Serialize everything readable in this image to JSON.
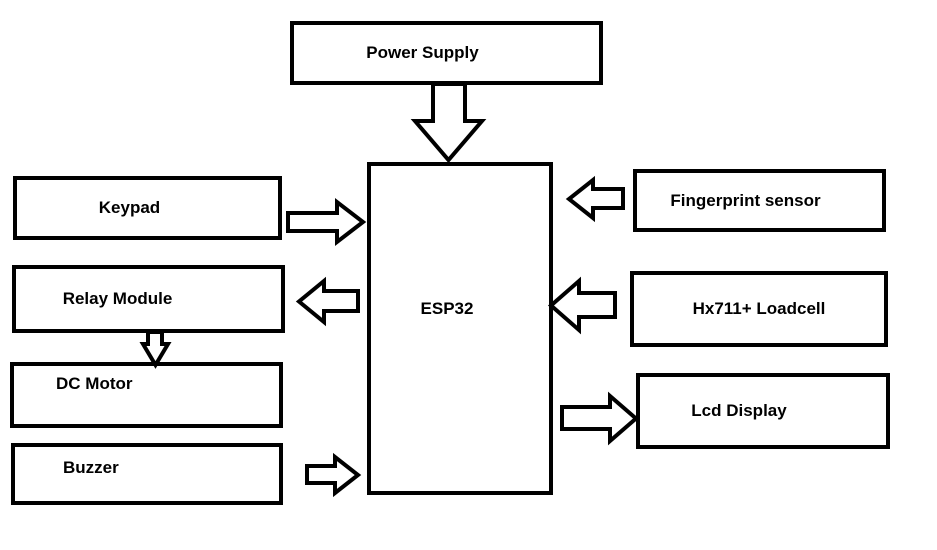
{
  "diagram_type": "block-diagram",
  "nodes": {
    "power_supply": {
      "label": "Power Supply"
    },
    "keypad": {
      "label": "Keypad"
    },
    "relay_module": {
      "label": "Relay Module"
    },
    "dc_motor": {
      "label": "DC Motor"
    },
    "buzzer": {
      "label": "Buzzer"
    },
    "esp32": {
      "label": "ESP32"
    },
    "fingerprint_sensor": {
      "label": "Fingerprint sensor"
    },
    "hx711_loadcell": {
      "label": "Hx711+ Loadcell"
    },
    "lcd_display": {
      "label": "Lcd Display"
    }
  },
  "connections": [
    {
      "from": "power_supply",
      "to": "esp32",
      "direction": "down"
    },
    {
      "from": "keypad",
      "to": "esp32",
      "direction": "right"
    },
    {
      "from": "esp32",
      "to": "relay_module",
      "direction": "left"
    },
    {
      "from": "relay_module",
      "to": "dc_motor",
      "direction": "down"
    },
    {
      "from": "buzzer",
      "to": "esp32",
      "direction": "right"
    },
    {
      "from": "fingerprint_sensor",
      "to": "esp32",
      "direction": "left"
    },
    {
      "from": "hx711_loadcell",
      "to": "esp32",
      "direction": "left"
    },
    {
      "from": "esp32",
      "to": "lcd_display",
      "direction": "right"
    }
  ],
  "colors": {
    "line": "#000000",
    "fill": "#ffffff",
    "text": "#000000",
    "background": "#ffffff"
  }
}
